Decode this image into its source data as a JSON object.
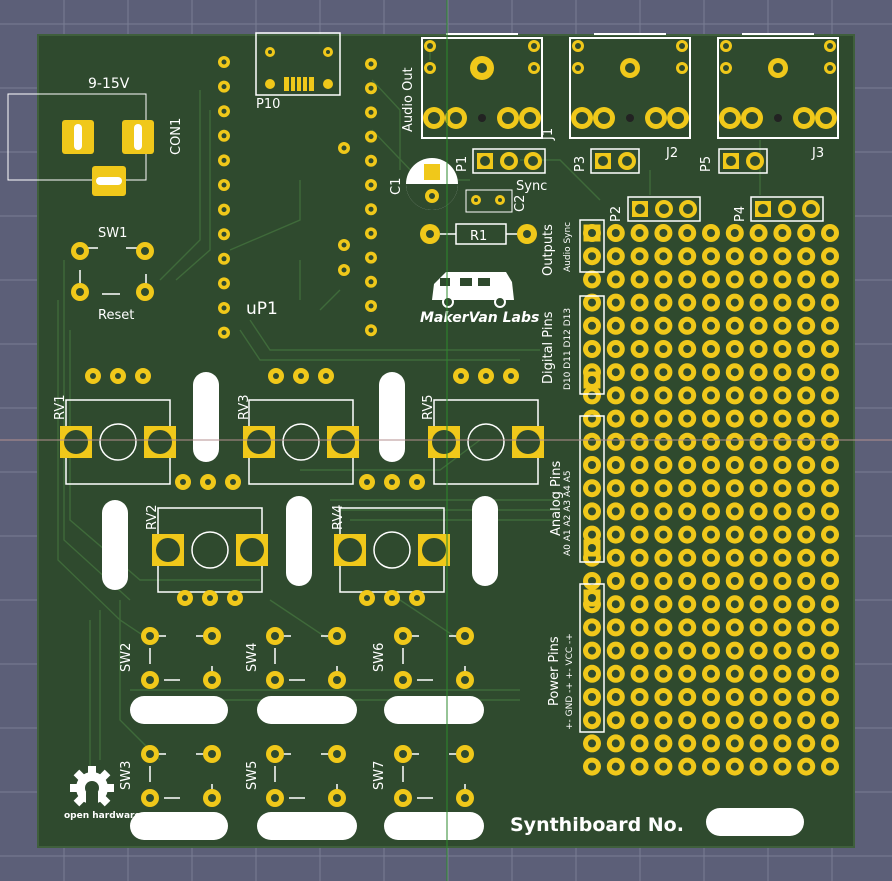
{
  "viewer": {
    "background": "#5c5f78",
    "grid_color": "#7a7d94",
    "crosshair_color": "#2c8a2c",
    "pcb_color": "#2f4a2e",
    "copper_color": "#f0c81a",
    "silk_color": "#ffffff"
  },
  "board": {
    "title": "Synthiboard No.",
    "brand": "MakerVan Labs",
    "oshw_logo_text": "open hardware"
  },
  "power": {
    "voltage": "9-15V",
    "connector": "CON1"
  },
  "switches": {
    "reset_ref": "SW1",
    "reset_label": "Reset",
    "sw2": "SW2",
    "sw3": "SW3",
    "sw4": "SW4",
    "sw5": "SW5",
    "sw6": "SW6",
    "sw7": "SW7"
  },
  "pots": {
    "rv1": "RV1",
    "rv2": "RV2",
    "rv3": "RV3",
    "rv4": "RV4",
    "rv5": "RV5"
  },
  "mcu": {
    "ref": "uP1"
  },
  "usb": {
    "ref": "P10"
  },
  "passives": {
    "c1": "C1",
    "c2": "C2",
    "r1": "R1"
  },
  "jacks": {
    "j1": "J1",
    "j2": "J2",
    "j3": "J3",
    "audio_out": "Audio Out"
  },
  "headers": {
    "p1": "P1",
    "p2": "P2",
    "p3": "P3",
    "p4": "P4",
    "p5": "P5",
    "sync": "Sync",
    "outputs": "Outputs",
    "outputs_sub": "Audio Sync",
    "digital_pins": "Digital Pins",
    "digital_sub": "D10 D11 D12 D13",
    "analog_pins": "Analog Pins",
    "analog_sub": "A0   A1   A2   A3   A4   A5",
    "power_pins": "Power Pins",
    "power_sub": "+- GND -+ +- VCC -+"
  }
}
